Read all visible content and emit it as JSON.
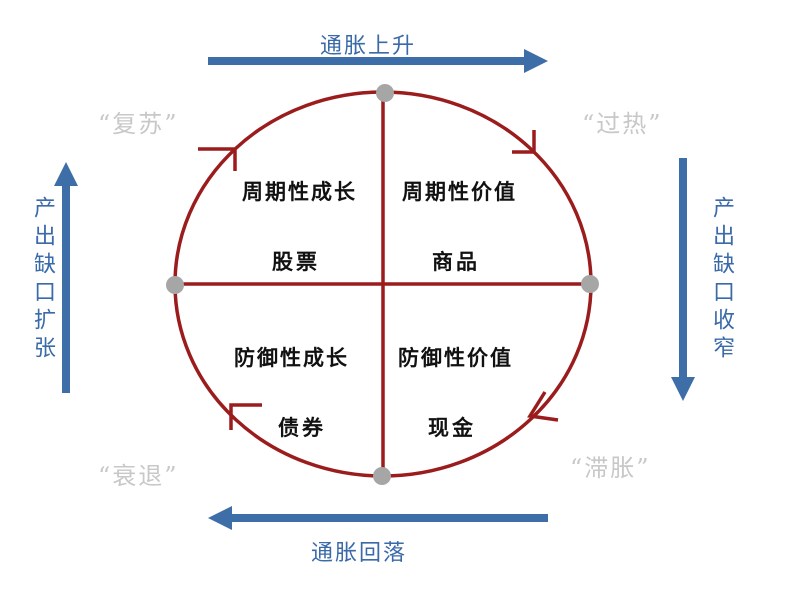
{
  "colors": {
    "circle": "#9b1c1c",
    "arrow": "#3d6ea8",
    "node": "#a6a6a6",
    "phase_text": "#c8c8c8"
  },
  "arrows": {
    "top": "通胀上升",
    "bottom": "通胀回落",
    "left": "产出缺口扩张",
    "right": "产出缺口收窄"
  },
  "phases": {
    "recovery": "“复苏”",
    "overheat": "“过热”",
    "stagflation": "“滞胀”",
    "recession": "“衰退”"
  },
  "quadrants": {
    "top_left": {
      "style": "周期性成长",
      "asset": "股票"
    },
    "top_right": {
      "style": "周期性价值",
      "asset": "商品"
    },
    "bottom_left": {
      "style": "防御性成长",
      "asset": "债券"
    },
    "bottom_right": {
      "style": "防御性价值",
      "asset": "现金"
    }
  }
}
